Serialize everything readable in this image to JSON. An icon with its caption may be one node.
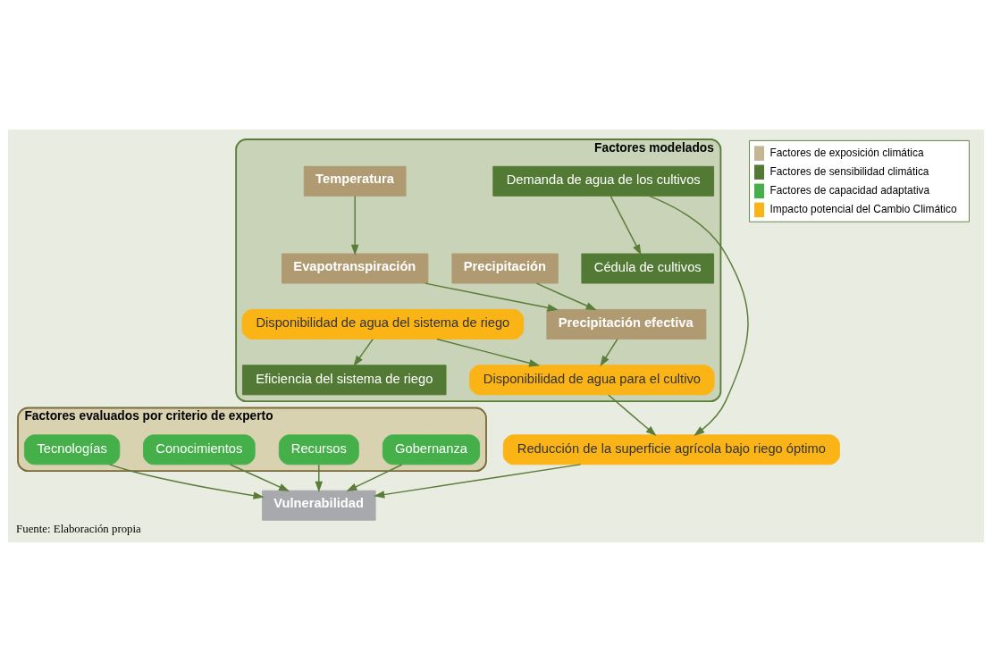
{
  "diagram": {
    "caption": "Fuente: Elaboración propia",
    "nodes": [
      {
        "text": [
          "Factores modelados"
        ]
      },
      {
        "text": [
          "Precipitación"
        ],
        "in": 0
      },
      {
        "text": [
          "Temperatura"
        ],
        "in": 0
      },
      {
        "text": [
          "Evapotranspiración"
        ],
        "in": 0
      },
      {
        "text": [
          "Precipitación efectiva"
        ],
        "in": 0
      },
      {
        "text": [
          "Disponibilidad de agua del sistema de riego"
        ],
        "in": 0
      },
      {
        "text": [
          "Eficiencia del sistema de riego"
        ],
        "in": 0
      },
      {
        "text": [
          "Disponibilidad de agua para el cultivo"
        ],
        "in": 0
      },
      {
        "text": [
          "Demanda de agua de los cultivos"
        ],
        "in": 0
      },
      {
        "text": [
          "Cédula de cultivos"
        ],
        "in": 0
      },
      {
        "text": [
          "Reducción de la superficie agrícola bajo riego óptimo"
        ]
      },
      {
        "text": [
          "Vulnerabilidad"
        ]
      },
      {
        "text": [
          "Factores evaluados por criterio de experto"
        ]
      },
      {
        "text": [
          "Gobernanza"
        ],
        "in": 12
      },
      {
        "text": [
          "Recursos"
        ],
        "in": 12
      },
      {
        "text": [
          "Conocimientos"
        ],
        "in": 12
      },
      {
        "text": [
          "Tecnologías"
        ],
        "in": 12
      }
    ],
    "edges": [
      {
        "from": 1,
        "to": 4,
        "arrow": "to"
      },
      {
        "from": 2,
        "to": 3,
        "arrow": "to"
      },
      {
        "from": 3,
        "to": 4,
        "arrow": "to"
      },
      {
        "from": 5,
        "to": 6,
        "arrow": "to"
      },
      {
        "from": 4,
        "to": 7,
        "arrow": "to"
      },
      {
        "from": 5,
        "to": 7,
        "arrow": "to"
      },
      {
        "from": 8,
        "to": 9,
        "arrow": "to"
      },
      {
        "from": 7,
        "to": 10,
        "arrow": "to"
      },
      {
        "from": 8,
        "to": 10,
        "arrow": "to"
      },
      {
        "from": 10,
        "to": 11,
        "arrow": "to"
      },
      {
        "from": 13,
        "to": 11,
        "arrow": "to"
      },
      {
        "from": 14,
        "to": 11,
        "arrow": "to"
      },
      {
        "from": 15,
        "to": 11,
        "arrow": "to"
      },
      {
        "from": 16,
        "to": 11,
        "arrow": "to"
      }
    ],
    "legend": [
      {
        "text": "Factores de exposición climática",
        "color": "#c4b595"
      },
      {
        "text": "Factores de sensibilidad climática",
        "color": "#527a34"
      },
      {
        "text": "Factores de capacidad adaptativa",
        "color": "#45b04a"
      },
      {
        "text": "Impacto potencial del Cambio Climático",
        "color": "#fbb416"
      }
    ]
  }
}
